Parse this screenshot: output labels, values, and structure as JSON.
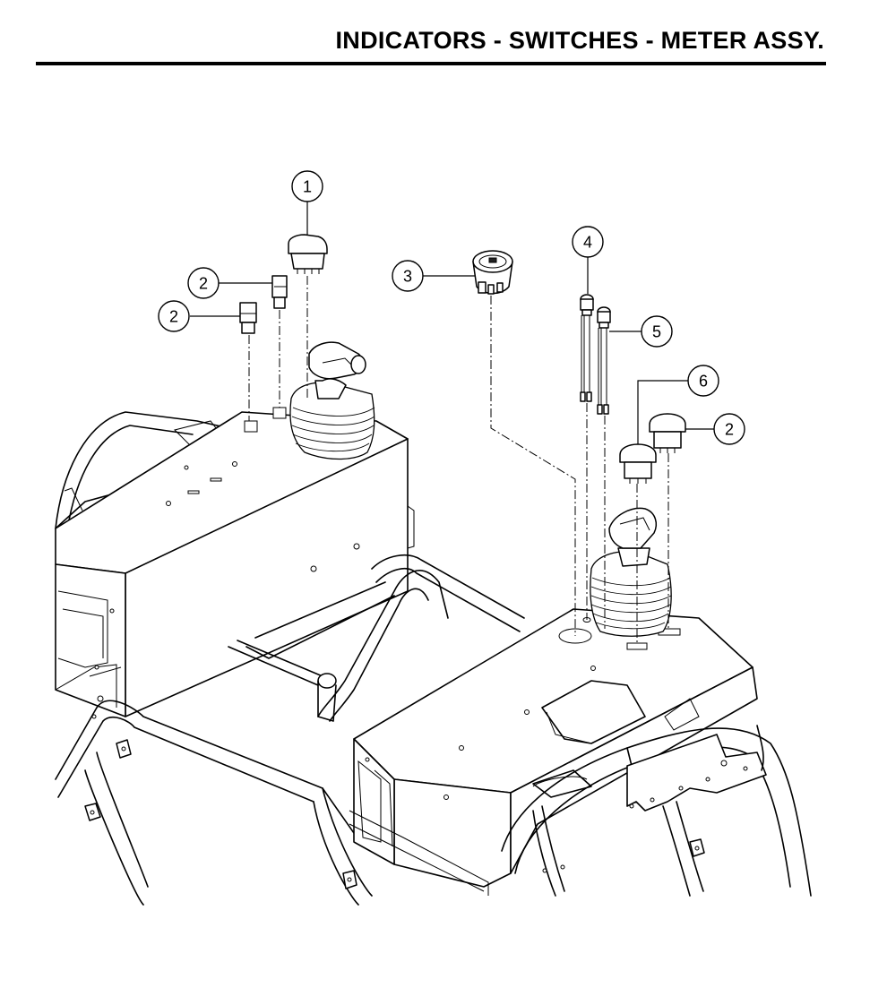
{
  "header": {
    "title": "INDICATORS - SWITCHES - METER ASSY."
  },
  "callouts": [
    {
      "id": "c1",
      "label": "1"
    },
    {
      "id": "c2a",
      "label": "2"
    },
    {
      "id": "c2b",
      "label": "2"
    },
    {
      "id": "c3",
      "label": "3"
    },
    {
      "id": "c4",
      "label": "4"
    },
    {
      "id": "c5",
      "label": "5"
    },
    {
      "id": "c6",
      "label": "6"
    },
    {
      "id": "c2c",
      "label": "2"
    }
  ]
}
